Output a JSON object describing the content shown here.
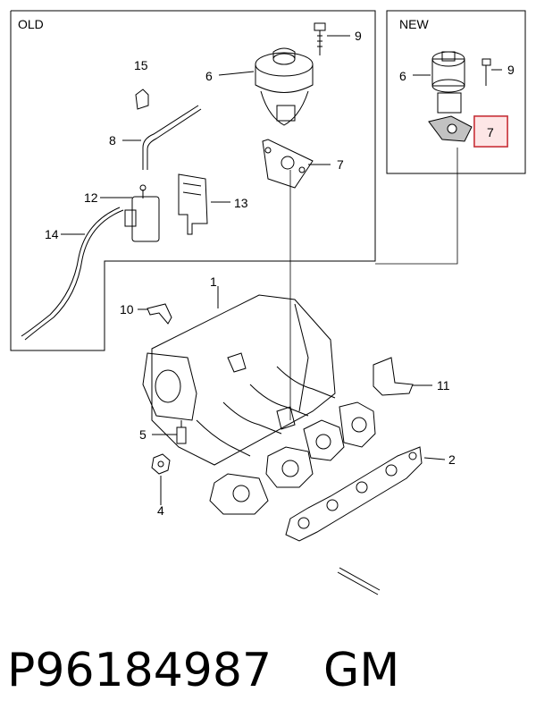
{
  "boxes": {
    "old_title": "OLD",
    "new_title": "NEW"
  },
  "callouts": {
    "c1": "1",
    "c2": "2",
    "c4": "4",
    "c5": "5",
    "c6_old": "6",
    "c6_new": "6",
    "c7_old": "7",
    "c7_new": "7",
    "c8": "8",
    "c9_old": "9",
    "c9_new": "9",
    "c10": "10",
    "c11": "11",
    "c12": "12",
    "c13": "13",
    "c14": "14",
    "c15": "15"
  },
  "highlight_color": "#d9363e",
  "highlight_fill": "#fde6e6",
  "caption": {
    "part_number": "P96184987",
    "brand": "GM"
  }
}
